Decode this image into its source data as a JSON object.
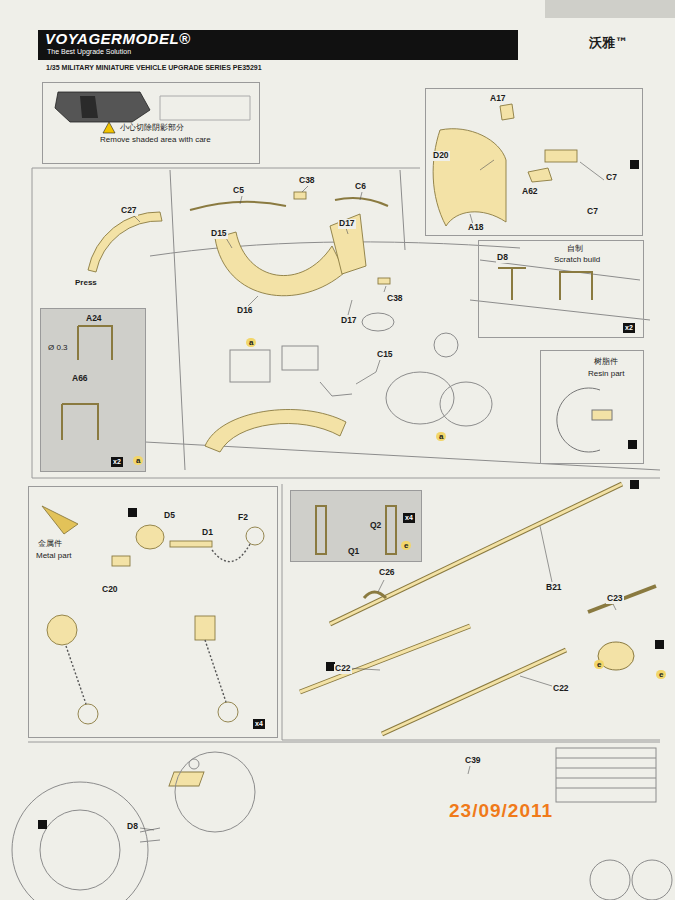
{
  "diagram": {
    "title": "1/35 MILITARY MINIATURE VEHICLE UPGRADE SERIES PE35291",
    "nodes": [
      {
        "text": [
          "VOYAGERMODEL®",
          "The Best Upgrade Solution"
        ]
      },
      {
        "text": [
          "小心切除阴影部分",
          "Remove shaded area with care"
        ]
      },
      {
        "text": [
          "A17",
          "D20",
          "A62",
          "C7",
          "A18",
          "C7"
        ]
      },
      {
        "text": [
          "自制",
          "Scratch build",
          "D8",
          "x2"
        ]
      },
      {
        "text": [
          "A24",
          "Ø 0.3",
          "A66",
          "x2",
          "a"
        ]
      },
      {
        "text": [
          "树脂件",
          "Resin part"
        ]
      },
      {
        "text": [
          "金属件",
          "Metal part",
          "D5",
          "D1",
          "F2",
          "C20",
          "x4"
        ]
      },
      {
        "text": [
          "Q2",
          "Q1",
          "x4",
          "e"
        ]
      }
    ],
    "labels": [
      "沃雅™",
      "C5",
      "C38",
      "C6",
      "C27",
      "D15",
      "D17",
      "Press",
      "D16",
      "D17",
      "C38",
      "C15",
      "a",
      "a",
      "B21",
      "C26",
      "C23",
      "C22",
      "C22",
      "e",
      "e",
      "C39",
      "D8",
      "23/09/2011"
    ]
  }
}
